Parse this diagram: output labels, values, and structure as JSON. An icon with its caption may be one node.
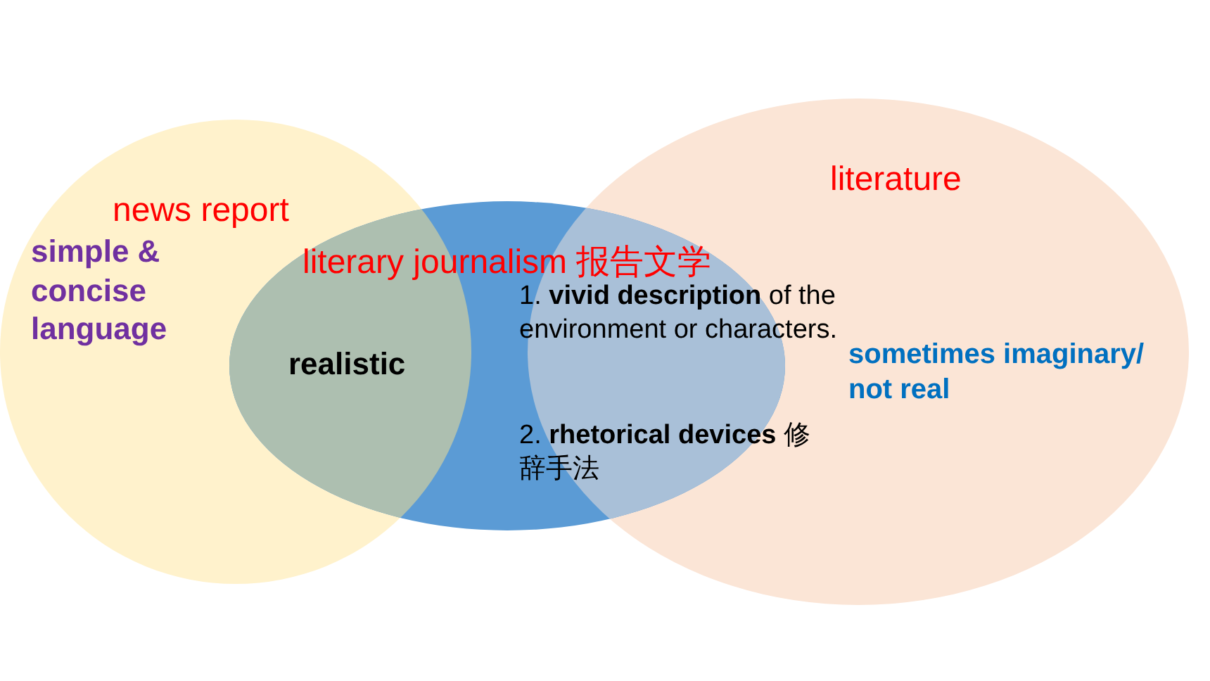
{
  "diagram": {
    "nodes": [
      {
        "text": [
          "news report",
          "simple & concise language"
        ]
      },
      {
        "text": [
          "literature",
          "sometimes imaginary/ not real"
        ]
      },
      {
        "text": [
          "literary journalism 报告文学"
        ]
      }
    ],
    "edges": [],
    "labels": [
      "realistic",
      "1. **vivid description** of the environment or characters.",
      "2. **rhetorical devices** 修辞手法"
    ]
  }
}
